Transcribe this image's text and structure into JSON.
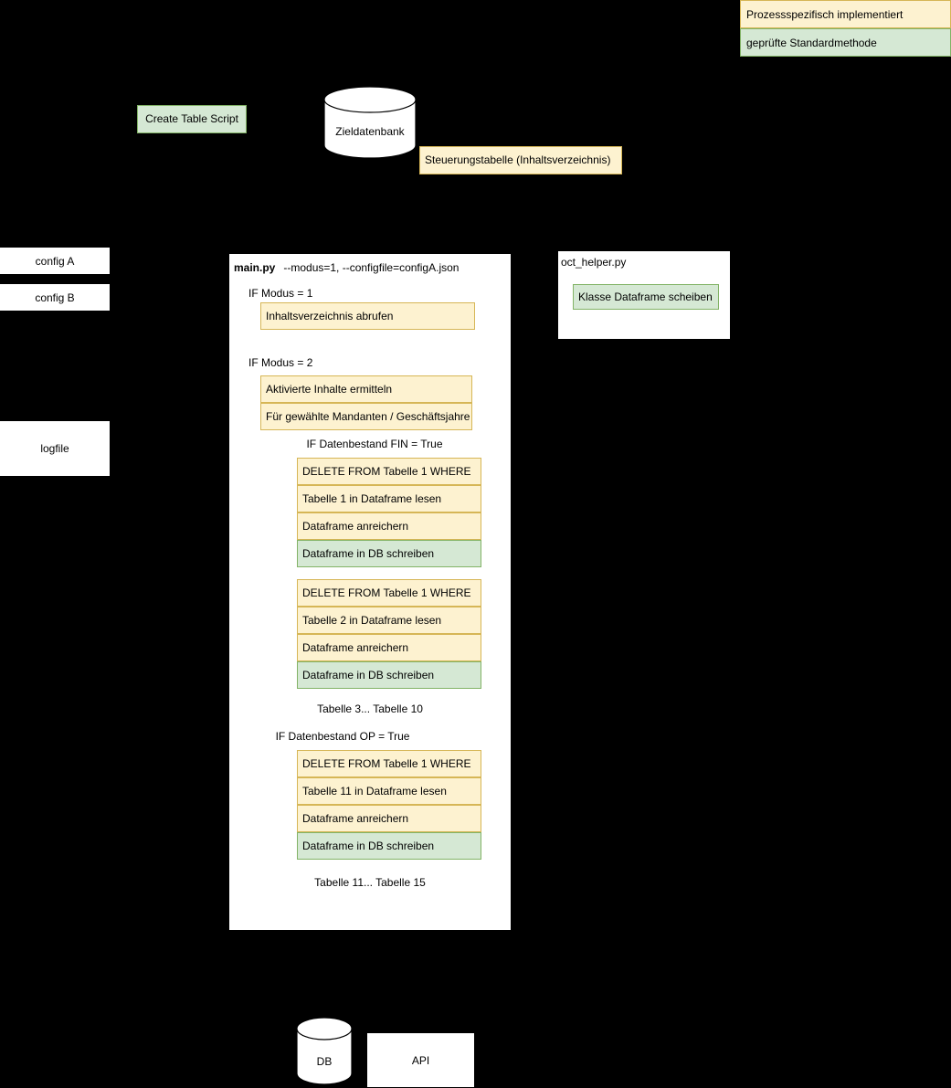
{
  "legend": {
    "items": [
      {
        "label": "Prozessspezifisch implementiert",
        "style": "process",
        "fill": "#fdf2d0",
        "stroke": "#d6b656"
      },
      {
        "label": "geprüfte Standardmethode",
        "style": "standard",
        "fill": "#d5e8d4",
        "stroke": "#82b366"
      }
    ]
  },
  "top": {
    "create_table_script": "Create Table Script",
    "zieldatenbank": "Zieldatenbank",
    "steuerungstabelle": "Steuerungstabelle (Inhaltsverzeichnis)"
  },
  "left": {
    "config_a": "config A",
    "config_b": "config B",
    "logfile": "logfile"
  },
  "main_panel": {
    "title": "main.py",
    "args": "--modus=1, --configfile=configA.json",
    "modus1_label": "IF Modus = 1",
    "modus1_step": "Inhaltsverzeichnis abrufen",
    "modus2_label": "IF Modus = 2",
    "modus2_steps": [
      "Aktivierte Inhalte ermitteln",
      "Für gewählte Mandanten / Geschäftsjahre"
    ],
    "fin_label": "IF Datenbestand FIN = True",
    "group1": [
      {
        "label": "DELETE FROM Tabelle 1 WHERE",
        "style": "process"
      },
      {
        "label": "Tabelle 1 in Dataframe lesen",
        "style": "process"
      },
      {
        "label": "Dataframe anreichern",
        "style": "process"
      },
      {
        "label": "Dataframe in DB schreiben",
        "style": "standard"
      }
    ],
    "group2": [
      {
        "label": "DELETE FROM Tabelle 1 WHERE",
        "style": "process"
      },
      {
        "label": "Tabelle 2 in Dataframe lesen",
        "style": "process"
      },
      {
        "label": "Dataframe anreichern",
        "style": "process"
      },
      {
        "label": "Dataframe in DB schreiben",
        "style": "standard"
      }
    ],
    "ellipsis_fin": "Tabelle 3... Tabelle 10",
    "op_label": "IF Datenbestand OP = True",
    "group3": [
      {
        "label": "DELETE FROM Tabelle 1 WHERE",
        "style": "process"
      },
      {
        "label": "Tabelle 11 in Dataframe lesen",
        "style": "process"
      },
      {
        "label": "Dataframe anreichern",
        "style": "process"
      },
      {
        "label": "Dataframe in DB schreiben",
        "style": "standard"
      }
    ],
    "ellipsis_op": "Tabelle 11... Tabelle 15"
  },
  "helper_panel": {
    "title": "oct_helper.py",
    "step": "Klasse Dataframe scheiben"
  },
  "bottom": {
    "db": "DB",
    "api": "API"
  }
}
